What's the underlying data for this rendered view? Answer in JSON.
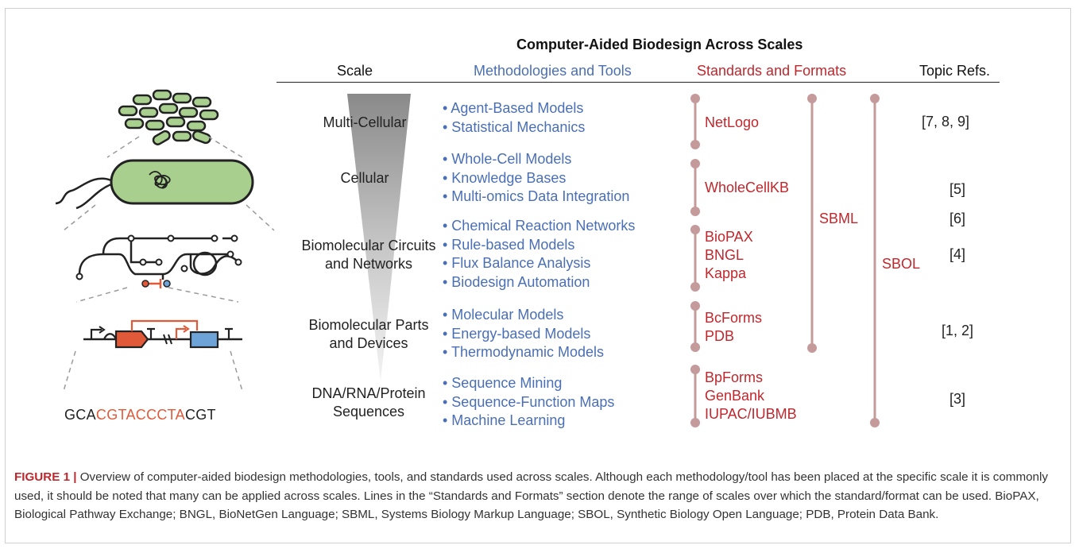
{
  "title": "Computer-Aided Biodesign Across Scales",
  "headers": {
    "scale": "Scale",
    "methods": "Methodologies and Tools",
    "standards": "Standards and Formats",
    "refs": "Topic Refs."
  },
  "rows": [
    {
      "scale": [
        "Multi-Cellular"
      ],
      "methods": [
        "• Agent-Based Models",
        "• Statistical Mechanics"
      ],
      "standards": [
        "NetLogo"
      ]
    },
    {
      "scale": [
        "Cellular"
      ],
      "methods": [
        "• Whole-Cell Models",
        "• Knowledge Bases",
        "• Multi-omics Data Integration"
      ],
      "standards": [
        "WholeCellKB"
      ]
    },
    {
      "scale": [
        "Biomolecular Circuits",
        "and Networks"
      ],
      "methods": [
        "• Chemical Reaction Networks",
        "• Rule-based Models",
        "• Flux Balance Analysis",
        "• Biodesign Automation"
      ],
      "standards": [
        "BioPAX",
        "BNGL",
        "Kappa"
      ]
    },
    {
      "scale": [
        "Biomolecular Parts",
        "and Devices"
      ],
      "methods": [
        "• Molecular Models",
        "• Energy-based Models",
        "• Thermodynamic Models"
      ],
      "standards": [
        "BcForms",
        "PDB"
      ]
    },
    {
      "scale": [
        "DNA/RNA/Protein",
        "Sequences"
      ],
      "methods": [
        "• Sequence Mining",
        "• Sequence-Function Maps",
        "• Machine Learning"
      ],
      "standards": [
        "BpForms",
        "GenBank",
        "IUPAC/IUBMB"
      ]
    }
  ],
  "spanning_standards": {
    "sbml": "SBML",
    "sbol": "SBOL"
  },
  "refs": [
    "[7, 8, 9]",
    "[5]",
    "[6]",
    "[4]",
    "[1, 2]",
    "[3]"
  ],
  "sequence": {
    "prefix": "GCA",
    "highlight": "CGTACCCTA",
    "suffix": "CGT"
  },
  "caption": {
    "label": "FIGURE 1 |",
    "text": " Overview of computer-aided biodesign methodologies, tools, and standards used across scales. Although each methodology/tool has been placed at the specific scale it is commonly used, it should be noted that many can be applied across scales. Lines in the “Standards and Formats” section denote the range of scales over which the standard/format can be used. BioPAX, Biological Pathway Exchange; BNGL, BioNetGen Language; SBML, Systems Biology Markup Language; SBOL, Synthetic Biology Open Language; PDB, Protein Data Bank."
  },
  "colors": {
    "methods": "#4a6fb5",
    "standards": "#c0272d",
    "range_line": "#c59a9a",
    "cell_green": "#a9cf8f",
    "promoter_red": "#e05a3a",
    "cds_blue": "#6ea3d8"
  }
}
